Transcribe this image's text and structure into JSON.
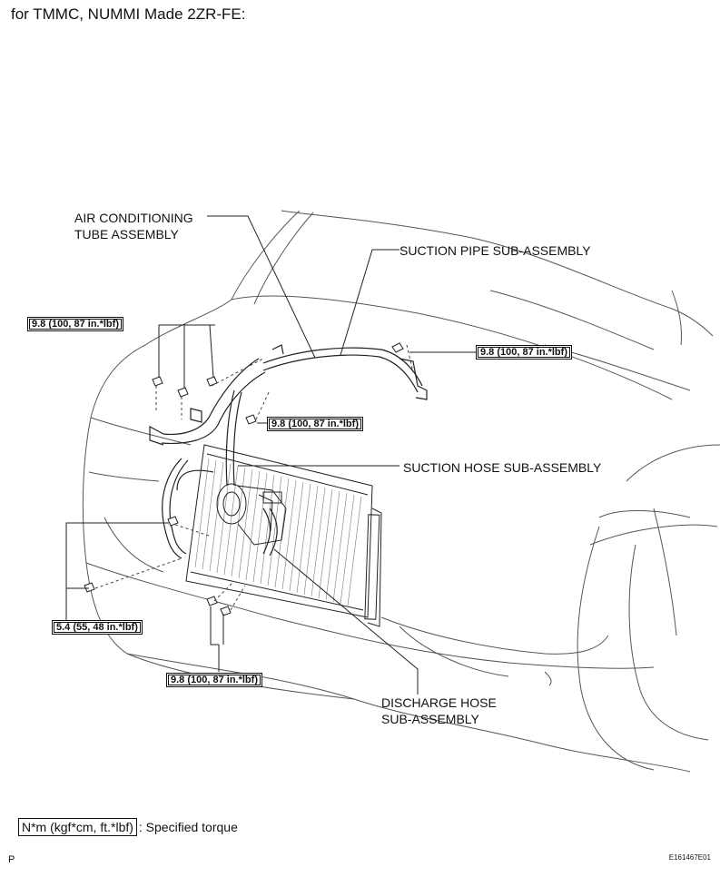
{
  "heading": "for TMMC, NUMMI Made 2ZR-FE:",
  "labels": {
    "ac_tube": [
      "AIR CONDITIONING",
      "TUBE ASSEMBLY"
    ],
    "suction_pipe": "SUCTION PIPE SUB-ASSEMBLY",
    "suction_hose": "SUCTION HOSE SUB-ASSEMBLY",
    "discharge_hose": [
      "DISCHARGE HOSE",
      "SUB-ASSEMBLY"
    ]
  },
  "torques": {
    "top_left": "9.8 (100, 87 in.*lbf)",
    "right": "9.8 (100, 87 in.*lbf)",
    "middle": "9.8 (100, 87 in.*lbf)",
    "left": "5.4 (55, 48 in.*lbf)",
    "bottom": "9.8 (100, 87 in.*lbf)"
  },
  "legend": {
    "box": "N*m (kgf*cm, ft.*lbf)",
    "text": ": Specified torque"
  },
  "footer": {
    "left": "P",
    "right": "E161467E01"
  }
}
